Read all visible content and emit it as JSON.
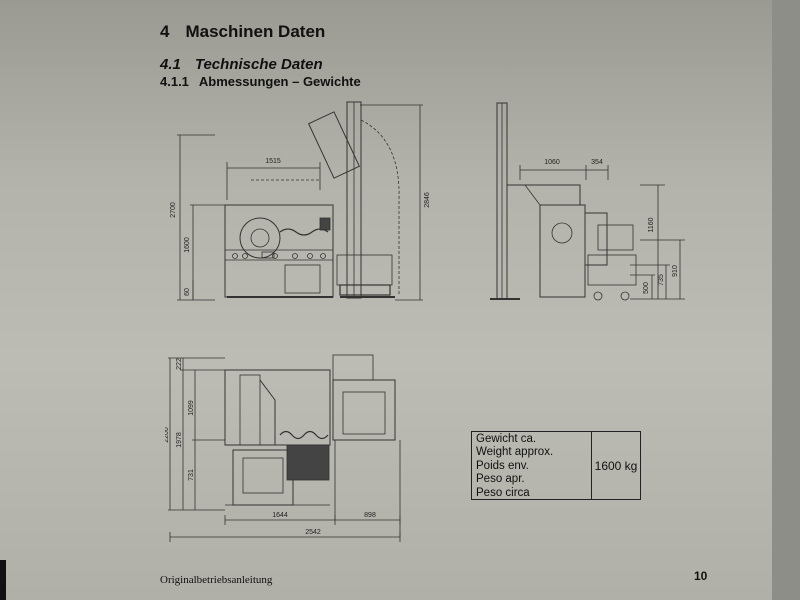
{
  "document": {
    "section": {
      "number": "4",
      "title": "Maschinen Daten"
    },
    "subsection": {
      "number": "4.1",
      "title": "Technische Daten"
    },
    "subsubsection": {
      "number": "4.1.1",
      "title": "Abmessungen – Gewichte"
    },
    "footer_left": "Originalbetriebsanleitung",
    "page_number": "10"
  },
  "drawings": {
    "front_view": {
      "dims": [
        "1515",
        "2700",
        "1600",
        "60",
        "2846"
      ]
    },
    "side_view": {
      "dims": [
        "1060",
        "354",
        "1160",
        "500",
        "735",
        "910"
      ]
    },
    "top_view": {
      "dims": [
        "222",
        "2200",
        "1978",
        "1099",
        "731",
        "1644",
        "898",
        "2542"
      ]
    }
  },
  "weight_table": {
    "labels": [
      "Gewicht ca.",
      "Weight approx.",
      "Poids env.",
      "Peso apr.",
      "Peso circa"
    ],
    "value": "1600 kg"
  }
}
